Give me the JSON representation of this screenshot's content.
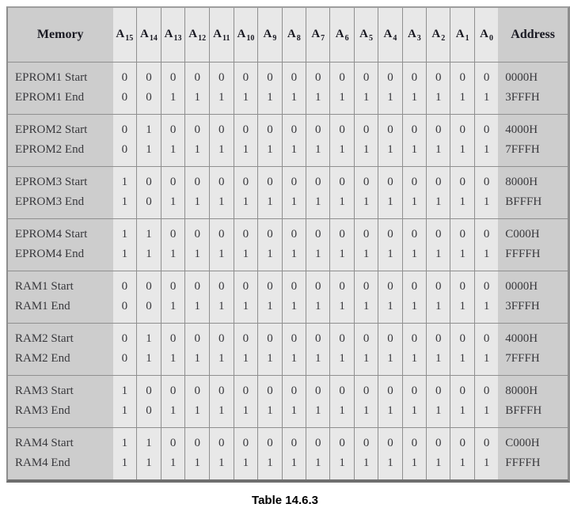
{
  "table": {
    "header": {
      "memory": "Memory",
      "address": "Address",
      "bit_columns": [
        {
          "base": "A",
          "sub": "15"
        },
        {
          "base": "A",
          "sub": "14"
        },
        {
          "base": "A",
          "sub": "13"
        },
        {
          "base": "A",
          "sub": "12"
        },
        {
          "base": "A",
          "sub": "11"
        },
        {
          "base": "A",
          "sub": "10"
        },
        {
          "base": "A",
          "sub": "9"
        },
        {
          "base": "A",
          "sub": "8"
        },
        {
          "base": "A",
          "sub": "7"
        },
        {
          "base": "A",
          "sub": "6"
        },
        {
          "base": "A",
          "sub": "5"
        },
        {
          "base": "A",
          "sub": "4"
        },
        {
          "base": "A",
          "sub": "3"
        },
        {
          "base": "A",
          "sub": "2"
        },
        {
          "base": "A",
          "sub": "1"
        },
        {
          "base": "A",
          "sub": "0"
        }
      ]
    },
    "groups": [
      {
        "start_label": "EPROM1 Start",
        "end_label": "EPROM1 End",
        "start_bits": [
          "0",
          "0",
          "0",
          "0",
          "0",
          "0",
          "0",
          "0",
          "0",
          "0",
          "0",
          "0",
          "0",
          "0",
          "0",
          "0"
        ],
        "end_bits": [
          "0",
          "0",
          "1",
          "1",
          "1",
          "1",
          "1",
          "1",
          "1",
          "1",
          "1",
          "1",
          "1",
          "1",
          "1",
          "1"
        ],
        "start_address": "0000H",
        "end_address": "3FFFH"
      },
      {
        "start_label": "EPROM2 Start",
        "end_label": "EPROM2 End",
        "start_bits": [
          "0",
          "1",
          "0",
          "0",
          "0",
          "0",
          "0",
          "0",
          "0",
          "0",
          "0",
          "0",
          "0",
          "0",
          "0",
          "0"
        ],
        "end_bits": [
          "0",
          "1",
          "1",
          "1",
          "1",
          "1",
          "1",
          "1",
          "1",
          "1",
          "1",
          "1",
          "1",
          "1",
          "1",
          "1"
        ],
        "start_address": "4000H",
        "end_address": "7FFFH"
      },
      {
        "start_label": "EPROM3 Start",
        "end_label": "EPROM3 End",
        "start_bits": [
          "1",
          "0",
          "0",
          "0",
          "0",
          "0",
          "0",
          "0",
          "0",
          "0",
          "0",
          "0",
          "0",
          "0",
          "0",
          "0"
        ],
        "end_bits": [
          "1",
          "0",
          "1",
          "1",
          "1",
          "1",
          "1",
          "1",
          "1",
          "1",
          "1",
          "1",
          "1",
          "1",
          "1",
          "1"
        ],
        "start_address": "8000H",
        "end_address": "BFFFH"
      },
      {
        "start_label": "EPROM4 Start",
        "end_label": "EPROM4 End",
        "start_bits": [
          "1",
          "1",
          "0",
          "0",
          "0",
          "0",
          "0",
          "0",
          "0",
          "0",
          "0",
          "0",
          "0",
          "0",
          "0",
          "0"
        ],
        "end_bits": [
          "1",
          "1",
          "1",
          "1",
          "1",
          "1",
          "1",
          "1",
          "1",
          "1",
          "1",
          "1",
          "1",
          "1",
          "1",
          "1"
        ],
        "start_address": "C000H",
        "end_address": "FFFFH"
      },
      {
        "start_label": "RAM1 Start",
        "end_label": "RAM1 End",
        "start_bits": [
          "0",
          "0",
          "0",
          "0",
          "0",
          "0",
          "0",
          "0",
          "0",
          "0",
          "0",
          "0",
          "0",
          "0",
          "0",
          "0"
        ],
        "end_bits": [
          "0",
          "0",
          "1",
          "1",
          "1",
          "1",
          "1",
          "1",
          "1",
          "1",
          "1",
          "1",
          "1",
          "1",
          "1",
          "1"
        ],
        "start_address": "0000H",
        "end_address": "3FFFH"
      },
      {
        "start_label": "RAM2 Start",
        "end_label": "RAM2 End",
        "start_bits": [
          "0",
          "1",
          "0",
          "0",
          "0",
          "0",
          "0",
          "0",
          "0",
          "0",
          "0",
          "0",
          "0",
          "0",
          "0",
          "0"
        ],
        "end_bits": [
          "0",
          "1",
          "1",
          "1",
          "1",
          "1",
          "1",
          "1",
          "1",
          "1",
          "1",
          "1",
          "1",
          "1",
          "1",
          "1"
        ],
        "start_address": "4000H",
        "end_address": "7FFFH"
      },
      {
        "start_label": "RAM3 Start",
        "end_label": "RAM3 End",
        "start_bits": [
          "1",
          "0",
          "0",
          "0",
          "0",
          "0",
          "0",
          "0",
          "0",
          "0",
          "0",
          "0",
          "0",
          "0",
          "0",
          "0"
        ],
        "end_bits": [
          "1",
          "0",
          "1",
          "1",
          "1",
          "1",
          "1",
          "1",
          "1",
          "1",
          "1",
          "1",
          "1",
          "1",
          "1",
          "1"
        ],
        "start_address": "8000H",
        "end_address": "BFFFH"
      },
      {
        "start_label": "RAM4 Start",
        "end_label": "RAM4 End",
        "start_bits": [
          "1",
          "1",
          "0",
          "0",
          "0",
          "0",
          "0",
          "0",
          "0",
          "0",
          "0",
          "0",
          "0",
          "0",
          "0",
          "0"
        ],
        "end_bits": [
          "1",
          "1",
          "1",
          "1",
          "1",
          "1",
          "1",
          "1",
          "1",
          "1",
          "1",
          "1",
          "1",
          "1",
          "1",
          "1"
        ],
        "start_address": "C000H",
        "end_address": "FFFFH"
      }
    ]
  },
  "caption": "Table 14.6.3",
  "colors": {
    "label_column_bg": "#cdcdcd",
    "bit_column_bg": "#e8e8e8",
    "grid_line": "#8f8f8f",
    "frame_border": "#6e6e6e",
    "header_text": "#191922",
    "body_text": "#38383c"
  }
}
